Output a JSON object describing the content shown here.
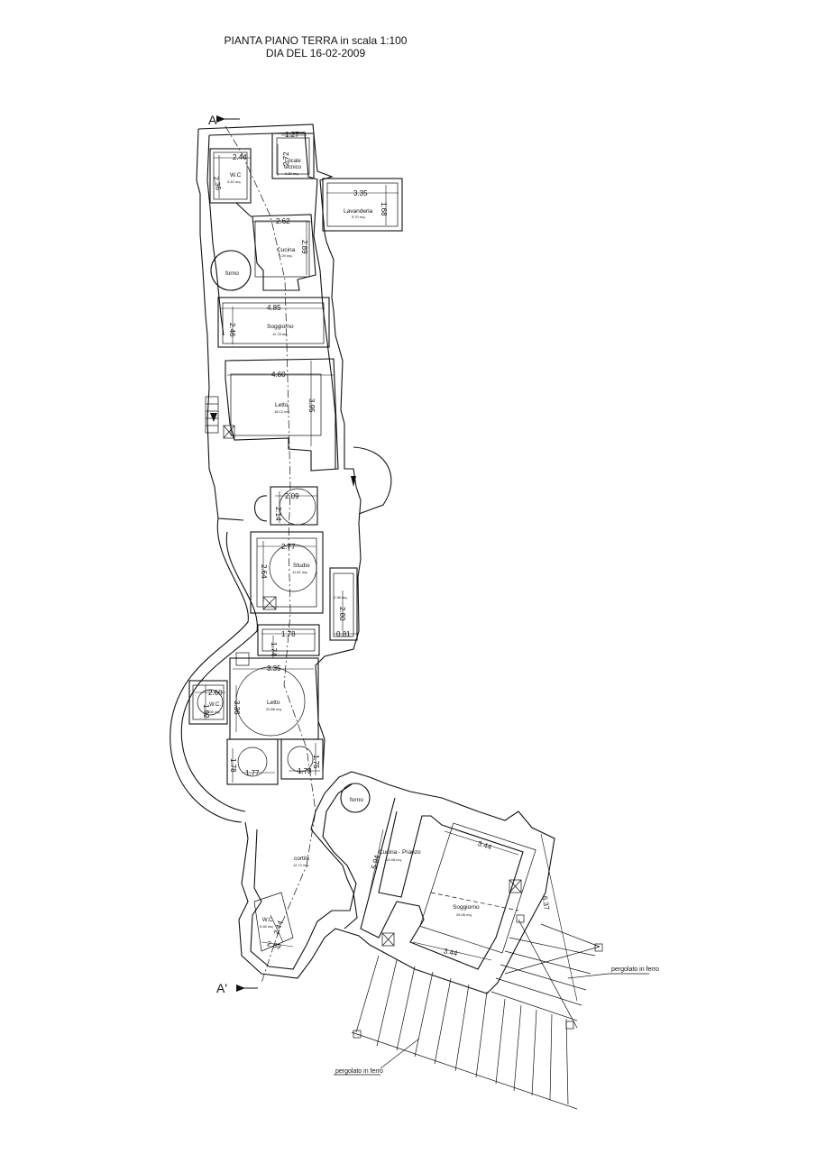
{
  "title": {
    "line1": "PIANTA PIANO TERRA in scala  1:100",
    "line2": "DIA DEL 16-02-2009"
  },
  "section_marks": {
    "top": "A",
    "bottom": "A'"
  },
  "rooms": {
    "wc_top": {
      "name": "W.C",
      "area": "3.42 mq."
    },
    "locale_tecnico": {
      "name_line1": "Locale",
      "name_line2": "tecnico",
      "area": "3.80 mq."
    },
    "lavanderia": {
      "name": "Lavanderia",
      "area": "5.70 mq."
    },
    "forno_top": {
      "name": "forno"
    },
    "cucina": {
      "name": "Cucina",
      "area": "7.29 mq."
    },
    "soggiorno_top": {
      "name": "Soggiorno",
      "area": "11.78 mq."
    },
    "letto_top": {
      "name": "Letto",
      "area": "18.12 mq."
    },
    "studio": {
      "name": "Studio",
      "area": "11.61 mq."
    },
    "letto_mid": {
      "name": "Letto",
      "area": "20.86 mq."
    },
    "wc_mid": {
      "name": "W.C.",
      "area": "3.55 mq."
    },
    "forno_bottom": {
      "name": "forno"
    },
    "cortile": {
      "name": "cortile",
      "area": "12.72 mq."
    },
    "wc_bottom": {
      "name": "W.C.",
      "area": "5.46 mq."
    },
    "cucina_pranzo": {
      "name": "Cucina - Pranzo",
      "area": "13.48 mq."
    },
    "soggiorno_bottom": {
      "name": "Soggiorno",
      "area": "25.06 mq."
    }
  },
  "dimensions": {
    "d_1_27": "1.27",
    "d_2_44": "2.44",
    "d_2_72": "2.72",
    "d_2_36": "2.36",
    "d_3_35a": "3.35",
    "d_1_68": "1.68",
    "d_2_62": "2.62",
    "d_2_89": "2.89",
    "d_4_85": "4.85",
    "d_2_46": "2.46",
    "d_4_60": "4.60",
    "d_3_95": "3.95",
    "d_2_09": "2.09",
    "d_2_14": "2.14",
    "d_2_77": "2.77",
    "d_2_64": "2.64",
    "d_2_38": "2.38 mq.",
    "d_2_80": "2.80",
    "d_0_81": "0.81",
    "d_1_78a": "1.78",
    "d_1_74": "1.74",
    "d_3_35b": "3.35",
    "d_2_60": "2.60",
    "d_3_36": "3.36",
    "d_1_92": "1.92",
    "d_1_78b": "1.78",
    "d_1_77": "1.77",
    "d_1_78c": "1.78",
    "d_1_75": "1.75",
    "d_5_94": "5.94",
    "d_3_44a": "3.44",
    "d_3_44b": "3.44",
    "d_2_44b": "2.44",
    "d_2_59": "2.59",
    "d_6_37": "6.37"
  },
  "annotations": {
    "pergolato_right": "pergolato in ferro",
    "pergolato_bottom": "pergolato in ferro"
  }
}
